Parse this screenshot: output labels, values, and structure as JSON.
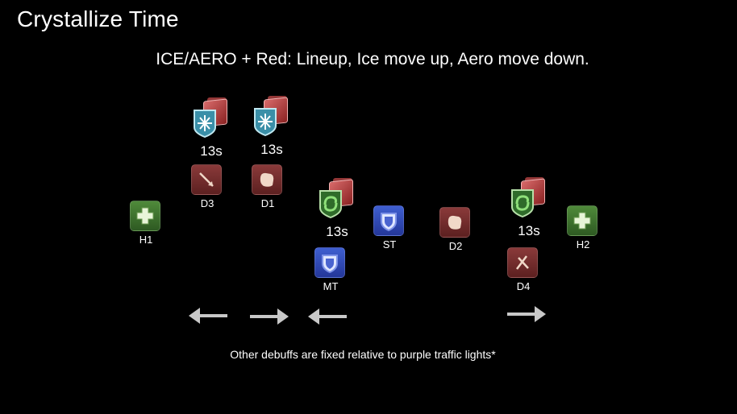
{
  "title": "Crystallize Time",
  "subtitle": "ICE/AERO + Red: Lineup, Ice move up, Aero move down.",
  "footnote": "Other debuffs are fixed relative to purple traffic lights*",
  "debuffs": [
    {
      "element": "ice",
      "timer": "13s"
    },
    {
      "element": "ice",
      "timer": "13s"
    },
    {
      "element": "aero",
      "timer": "13s"
    },
    {
      "element": "aero",
      "timer": "13s"
    }
  ],
  "roles": {
    "h1": "H1",
    "d3": "D3",
    "d1": "D1",
    "mt": "MT",
    "st": "ST",
    "d2": "D2",
    "d4": "D4",
    "h2": "H2"
  },
  "colors": {
    "healer": "#3f7a30",
    "tank": "#3346b8",
    "dps": "#7a2c2c",
    "ice": "#6fc6d8",
    "aero": "#3f9a3f",
    "red_debuff": "#c84848"
  },
  "arrows": [
    "left",
    "right",
    "left",
    "right"
  ]
}
